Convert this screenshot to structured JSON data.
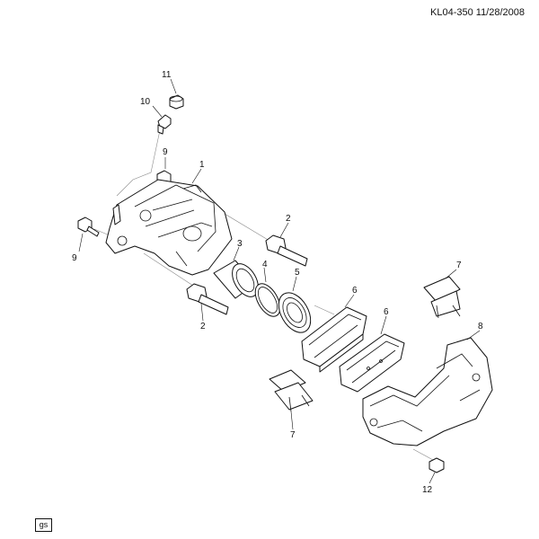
{
  "header": {
    "drawing_id": "KL04-350 11/28/2008"
  },
  "badge": {
    "text": "gs"
  },
  "callouts": {
    "c1": "1",
    "c2a": "2",
    "c2b": "2",
    "c3": "3",
    "c4": "4",
    "c5": "5",
    "c6a": "6",
    "c6b": "6",
    "c7a": "7",
    "c7b": "7",
    "c8": "8",
    "c9a": "9",
    "c9b": "9",
    "c10": "10",
    "c11": "11",
    "c12": "12"
  }
}
